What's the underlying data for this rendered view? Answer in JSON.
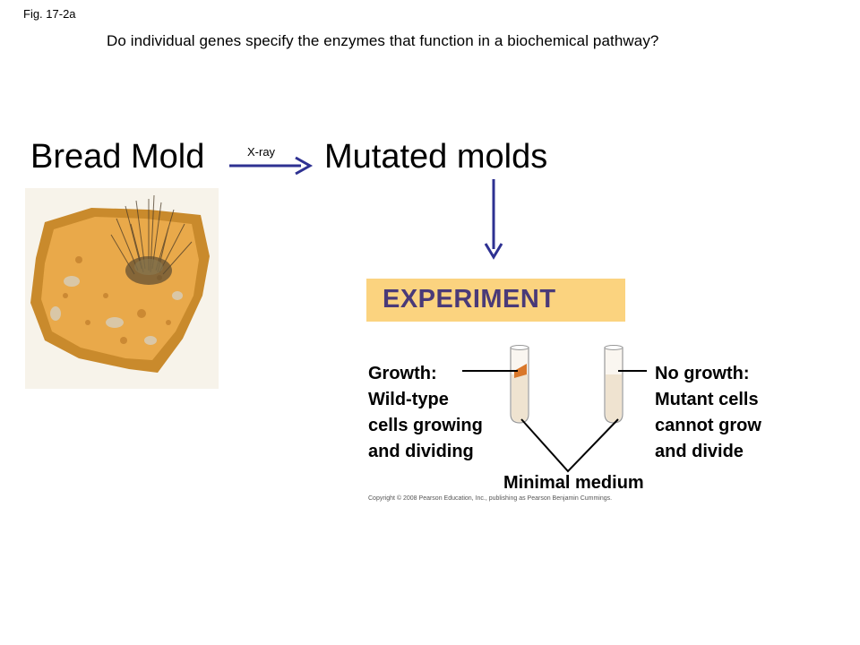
{
  "header": {
    "fig_label": "Fig. 17-2a",
    "question": "Do individual genes specify the enzymes that function in a biochemical pathway?"
  },
  "flow": {
    "source_title": "Bread Mold",
    "arrow_label": "X-ray",
    "target_title": "Mutated molds"
  },
  "experiment": {
    "label": "EXPERIMENT",
    "box_color": "#fbd37f",
    "label_color": "#4a3a78"
  },
  "left_tube": {
    "heading": "Growth:",
    "lines": [
      "Wild-type",
      "cells growing",
      "and dividing"
    ]
  },
  "right_tube": {
    "heading": "No growth:",
    "lines": [
      "Mutant cells",
      "cannot grow",
      "and divide"
    ]
  },
  "medium_label": "Minimal medium",
  "copyright": "Copyright © 2008 Pearson Education, Inc., publishing as Pearson Benjamin Cummings.",
  "colors": {
    "arrow": "#2e3192",
    "bread_crust": "#c98a2c",
    "bread_crumb": "#e9a94a"
  }
}
